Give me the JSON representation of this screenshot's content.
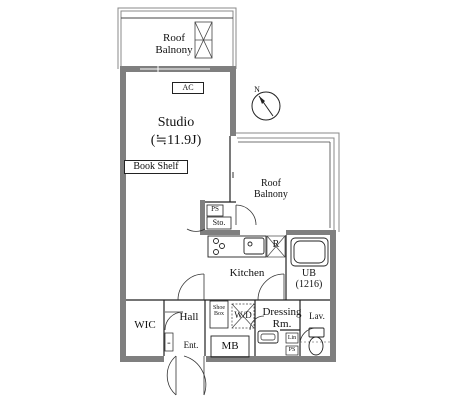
{
  "plan": {
    "roof_balcony_top": {
      "line1": "Roof",
      "line2": "Balnony"
    },
    "roof_balcony_right": {
      "line1": "Roof",
      "line2": "Balnony"
    },
    "studio": {
      "name": "Studio",
      "size": "(≒11.9J)"
    },
    "ac": "AC",
    "book_shelf": "Book Shelf",
    "ps_top": "PS",
    "storage": "Sto.",
    "refrigerator": "R",
    "kitchen": "Kitchen",
    "unit_bath": {
      "line1": "UB",
      "line2": "(1216)"
    },
    "wic": "WIC",
    "hall": "Hall",
    "shoe_box": {
      "line1": "Shoe",
      "line2": "Box"
    },
    "washer_dryer": "W/D",
    "dressing_room": {
      "line1": "Dressing",
      "line2": "Rm."
    },
    "lavatory": "Lav.",
    "linen": "Lin",
    "ps_bottom": "PS",
    "entrance": "Ent.",
    "mb": "MB",
    "compass": "N",
    "dot_marker": "≡"
  },
  "colors": {
    "wall": "#7f7f7f",
    "line": "#222222",
    "outline": "#888888"
  }
}
